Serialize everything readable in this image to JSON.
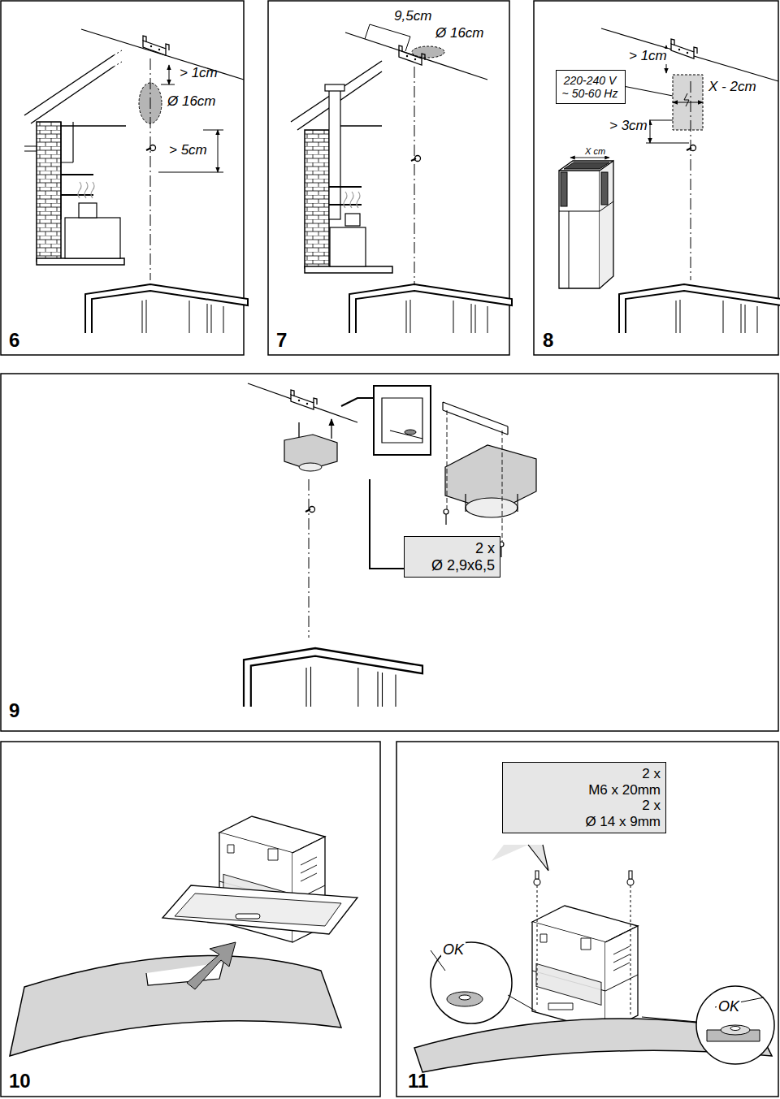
{
  "diagram": {
    "nodes": [
      {
        "text": [
          "220-240 V",
          "~ 50-60 Hz"
        ]
      },
      {
        "text": [
          "2 x",
          "Ø 2,9x6,5"
        ]
      },
      {
        "text": [
          "2 x",
          "M6 x 20mm",
          "2 x",
          "Ø 14 x 9mm"
        ]
      }
    ],
    "labels": [
      "> 1cm",
      "Ø 16cm",
      "> 5cm",
      "6",
      "9,5cm",
      "Ø 16cm",
      "7",
      "> 1cm",
      "X - 2cm",
      "> 3cm",
      "X cm",
      "8",
      "9",
      "10",
      "OK",
      "OK",
      "11"
    ]
  }
}
